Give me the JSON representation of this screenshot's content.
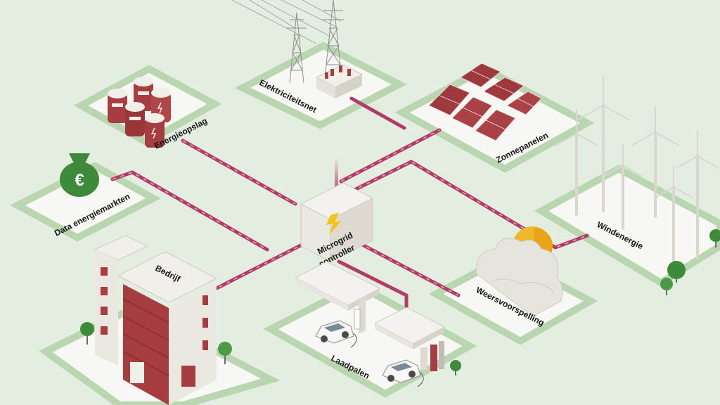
{
  "labels": {
    "elektriciteitsnet": "Elektriciteitsnet",
    "energieopslag": "Energieopslag",
    "zonnepanelen": "Zonnepanelen",
    "data_energiemarkten": "Data energiemarkten",
    "windenergie": "Windenergie",
    "microgrid_line1": "Microgrid",
    "microgrid_line2": "controller",
    "bedrijf": "Bedrijf",
    "weersvoorspelling": "Weersvoorspelling",
    "laadpalen": "Laadpalen"
  },
  "icons": {
    "currency": "€",
    "controller_symbol": "lightning-bolt"
  },
  "colors": {
    "background": "#e3eee0",
    "tile_border": "#b9d6b0",
    "tile_fill": "#f7f8f4",
    "connection": "#b33a67",
    "brick": "#a63d40",
    "money_bag": "#3f8a3a"
  }
}
